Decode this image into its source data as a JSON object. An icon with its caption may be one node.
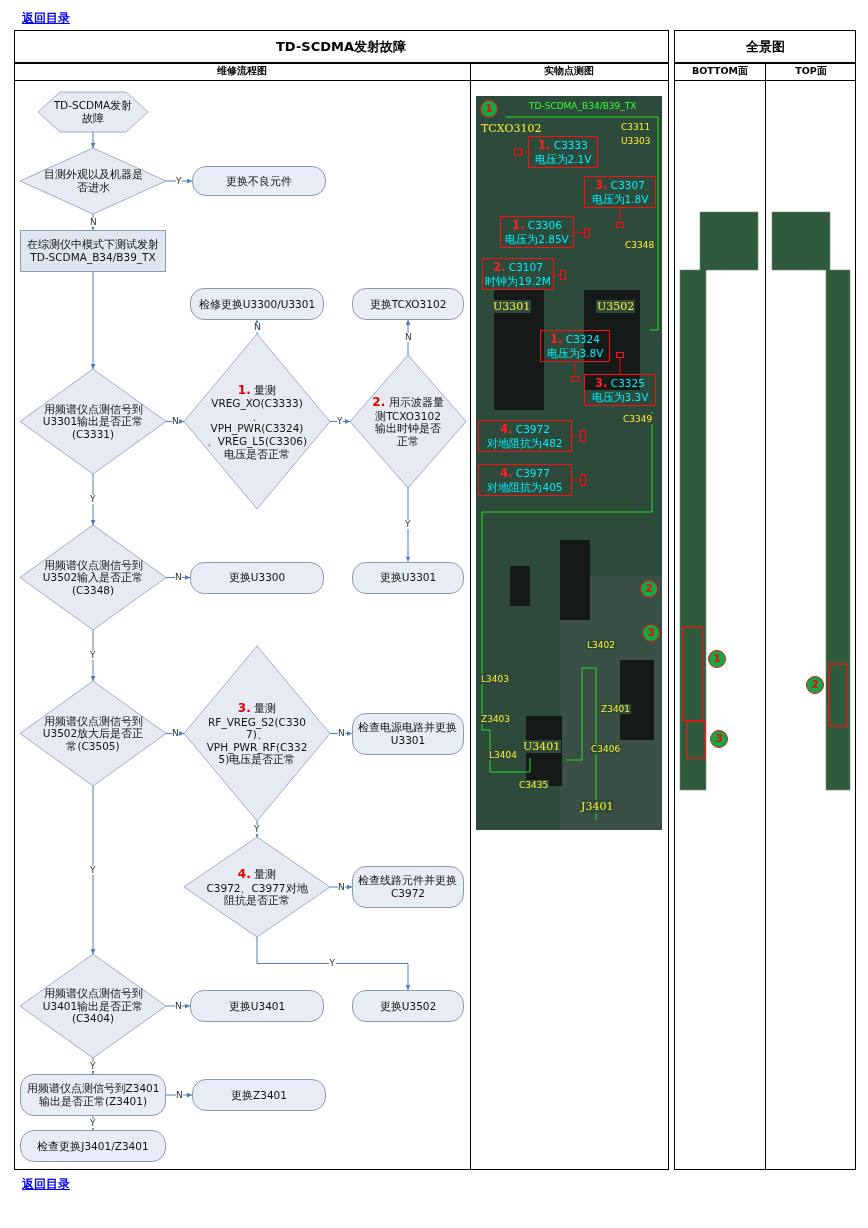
{
  "diagram": {
    "nodes": [
      {
        "text": [
          "TD-SCDMA发射故障"
        ]
      },
      {
        "text": [
          "目测外观以及机器是否进水"
        ]
      },
      {
        "text": [
          "更换不良元件"
        ]
      },
      {
        "text": [
          "在综测仪中模式下测试发射TD-SCDMA_B34/B39_TX"
        ]
      },
      {
        "text": [
          "用频谱仪点测信号到U3301输出是否正常(C3331)"
        ]
      },
      {
        "text": [
          "1.",
          "量测",
          "VREG_XO(C3333)、VPH_PWR(C3324)、VREG_L5(C3306)电压是否正常"
        ]
      },
      {
        "text": [
          "检修更换U3300/U3301"
        ]
      },
      {
        "text": [
          "2.",
          "用示波器量测TCXO3102输出时钟是否正常"
        ]
      },
      {
        "text": [
          "更换TCXO3102"
        ]
      },
      {
        "text": [
          "用频谱仪点测信号到U3502输入是否正常(C3348)"
        ]
      },
      {
        "text": [
          "更换U3300"
        ]
      },
      {
        "text": [
          "更换U3301"
        ]
      },
      {
        "text": [
          "用频谱仪点测信号到U3502放大后是否正常(C3505)"
        ]
      },
      {
        "text": [
          "3.",
          "量测",
          "RF_VREG_S2(C3307)、VPH_PWR_RF(C3325)电压是否正常"
        ]
      },
      {
        "text": [
          "检查电源电路并更换U3301"
        ]
      },
      {
        "text": [
          "4.",
          "量测",
          "C3972、C3977对地阻抗是否正常"
        ]
      },
      {
        "text": [
          "检查线路元件并更换C3972"
        ]
      },
      {
        "text": [
          "更换U3502"
        ]
      },
      {
        "text": [
          "用频谱仪点测信号到U3401输出是否正常(C3404)"
        ]
      },
      {
        "text": [
          "更换U3401"
        ]
      },
      {
        "text": [
          "用频谱仪点测信号到Z3401输出是否正常(Z3401)"
        ]
      },
      {
        "text": [
          "更换Z3401"
        ]
      },
      {
        "text": [
          "检查更换J3401/Z3401"
        ]
      },
      {
        "text": [
          "1.",
          "C3333",
          "电压为2.1V"
        ]
      },
      {
        "text": [
          "3.",
          "C3307",
          "电压为1.8V"
        ]
      },
      {
        "text": [
          "1.",
          "C3306",
          "电压为2.85V"
        ]
      },
      {
        "text": [
          "2.",
          "C3107",
          "时钟为19.2M"
        ]
      },
      {
        "text": [
          "1.",
          "C3324",
          "电压为3.8V"
        ]
      },
      {
        "text": [
          "3.",
          "C3325",
          "电压为3.3V"
        ]
      },
      {
        "text": [
          "4.",
          "C3972",
          "对地阻抗为482"
        ]
      },
      {
        "text": [
          "4.",
          "C3977",
          "对地阻抗为405"
        ]
      },
      {
        "text": [],
        "shape": "box"
      },
      {
        "text": [],
        "shape": "box"
      },
      {
        "text": [],
        "shape": "box"
      },
      {
        "text": [],
        "shape": "box"
      },
      {
        "text": [],
        "shape": "box"
      },
      {
        "text": [],
        "shape": "box"
      },
      {
        "text": [],
        "shape": "box"
      },
      {
        "text": [],
        "shape": "box"
      }
    ],
    "edges": [
      {
        "from": 0,
        "to": 1,
        "arrow": "to"
      },
      {
        "from": 1,
        "to": 2,
        "arrow": "to",
        "label": "Y"
      },
      {
        "from": 1,
        "to": 3,
        "arrow": "to",
        "label": "N"
      },
      {
        "from": 3,
        "to": 4,
        "arrow": "to"
      },
      {
        "from": 4,
        "to": 5,
        "arrow": "to",
        "label": "N"
      },
      {
        "from": 5,
        "to": 6,
        "arrow": "to",
        "label": "N"
      },
      {
        "from": 5,
        "to": 7,
        "arrow": "to",
        "label": "Y"
      },
      {
        "from": 7,
        "to": 8,
        "arrow": "to",
        "label": "N"
      },
      {
        "from": 7,
        "to": 11,
        "arrow": "to",
        "label": "Y"
      },
      {
        "from": 4,
        "to": 9,
        "arrow": "to",
        "label": "Y"
      },
      {
        "from": 9,
        "to": 10,
        "arrow": "to",
        "label": "N"
      },
      {
        "from": 9,
        "to": 12,
        "arrow": "to",
        "label": "Y"
      },
      {
        "from": 12,
        "to": 13,
        "arrow": "to",
        "label": "N"
      },
      {
        "from": 13,
        "to": 14,
        "arrow": "to",
        "label": "N"
      },
      {
        "from": 13,
        "to": 15,
        "arrow": "to",
        "label": "Y"
      },
      {
        "from": 15,
        "to": 16,
        "arrow": "to",
        "label": "N"
      },
      {
        "from": 15,
        "to": 17,
        "arrow": "to",
        "label": "Y"
      },
      {
        "from": 12,
        "to": 18,
        "arrow": "to",
        "label": "Y"
      },
      {
        "from": 18,
        "to": 19,
        "arrow": "to",
        "label": "N"
      },
      {
        "from": 18,
        "to": 20,
        "arrow": "to",
        "label": "Y"
      },
      {
        "from": 20,
        "to": 21,
        "arrow": "to",
        "label": "N"
      },
      {
        "from": 20,
        "to": 22,
        "arrow": "to",
        "label": "Y"
      },
      {
        "from": 23,
        "to": 31,
        "arrow": "none",
        "color": "#ff0000"
      },
      {
        "from": 24,
        "to": 32,
        "arrow": "none",
        "color": "#ff0000"
      },
      {
        "from": 25,
        "to": 33,
        "arrow": "none",
        "color": "#ff0000"
      },
      {
        "from": 26,
        "to": 34,
        "arrow": "none",
        "color": "#ff0000"
      },
      {
        "from": 27,
        "to": 35,
        "arrow": "none",
        "color": "#ff0000"
      },
      {
        "from": 28,
        "to": 36,
        "arrow": "none",
        "color": "#ff0000"
      },
      {
        "from": 29,
        "to": 37,
        "arrow": "none",
        "color": "#ff0000"
      },
      {
        "from": 30,
        "to": 38,
        "arrow": "none",
        "color": "#ff0000"
      }
    ],
    "labels": [
      "返回目录",
      "TD-SCDMA发射故障",
      "全景图",
      "维修流程图",
      "实物点测图",
      "BOTTOM面",
      "TOP面",
      "1",
      "TCXO3102",
      "TD-SCDMA_B34/B39_TX",
      "C3311",
      "U3303",
      "C3348",
      "U3301",
      "U3502",
      "C3349",
      "2",
      "3",
      "L3402",
      "Z3401",
      "C3406",
      "J3401",
      "U3401",
      "L3403",
      "Z3403",
      "L3404",
      "C3435",
      "1",
      "3",
      "2",
      "返回目录"
    ]
  }
}
